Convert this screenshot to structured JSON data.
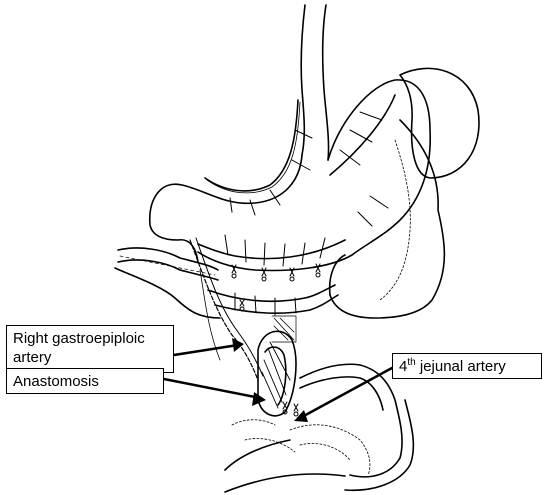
{
  "labels": {
    "right_gastroepiploic_artery_line1": "Right gastroepiploic",
    "right_gastroepiploic_artery_line2": "artery",
    "anastomosis": "Anastomosis",
    "jejunal_artery_number": "4",
    "jejunal_artery_suffix": "th",
    "jejunal_artery_text": " jejunal artery"
  },
  "colors": {
    "line": "#000000",
    "background": "#ffffff"
  }
}
